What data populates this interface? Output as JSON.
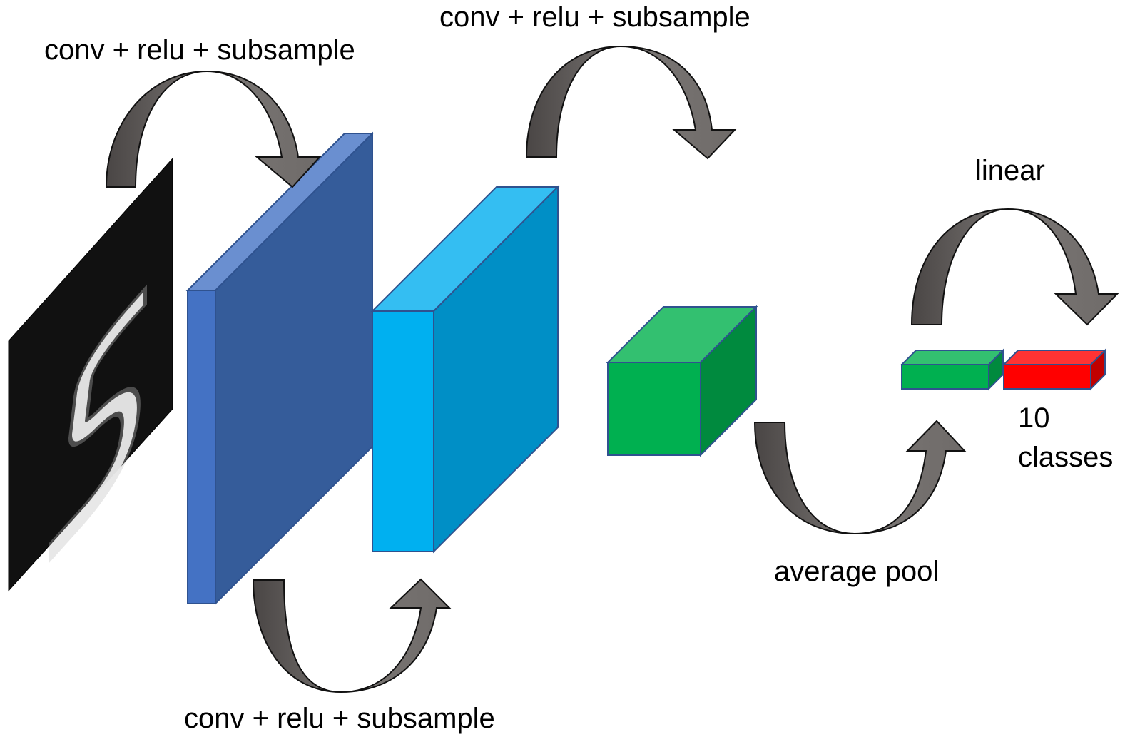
{
  "labels": {
    "step1": "conv + relu + subsample",
    "step2": "conv + relu + subsample",
    "step3": "conv + relu + subsample",
    "pool": "average pool",
    "linear": "linear",
    "classes_count": "10",
    "classes_word": "classes"
  },
  "colors": {
    "input_bg": "#111111",
    "layer1_front": "#4472C4",
    "layer1_side": "#355C9A",
    "layer1_top": "#6A8FD0",
    "layer2_front": "#00B0F0",
    "layer2_side": "#008FC6",
    "layer2_top": "#34BEF2",
    "cube_front": "#00B050",
    "cube_side": "#008A3E",
    "cube_top": "#33C070",
    "out_green": "#00B050",
    "out_red": "#FF0000",
    "arrow": "#6F6B69",
    "arrow_dark": "#4A4645"
  }
}
